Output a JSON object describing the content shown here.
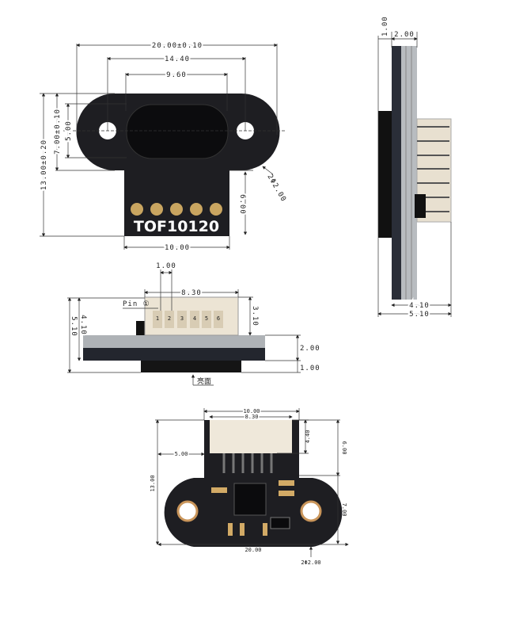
{
  "top_view": {
    "overall_width": "20.00±0.10",
    "hole_spacing": "14.40",
    "lens_width": "9.60",
    "overall_height": "13.00±0.20",
    "oval_height": "7.00±0.10",
    "lens_height": "5.00",
    "hole_diameter": "2Φ2.00",
    "stem_height": "6.00",
    "stem_width": "10.00",
    "model_label": "TOF10120"
  },
  "side_view": {
    "lens_thickness": "1.00",
    "pcb_thickness": "2.00",
    "depth_no_lens": "4.10",
    "depth_total": "5.10"
  },
  "front_view": {
    "pin_pitch": "1.00",
    "connector_width": "8.30",
    "pin1_label": "Pin ①",
    "connector_height": "3.10",
    "height_no_lens": "4.10",
    "height_total": "5.10",
    "pcb_thickness": "2.00",
    "lens_thickness": "1.00",
    "light_face_label": "亮面",
    "pin_numbers": [
      "1",
      "2",
      "3",
      "4",
      "5",
      "6"
    ]
  },
  "bottom_view": {
    "stem_width": "10.00",
    "connector_width": "8.30",
    "connector_depth": "4.40",
    "stem_height": "6.00",
    "side_offset": "5.00",
    "overall_height": "13.00",
    "oval_height": "7.00",
    "overall_width": "20.00",
    "hole_diameter": "2Φ2.00"
  }
}
